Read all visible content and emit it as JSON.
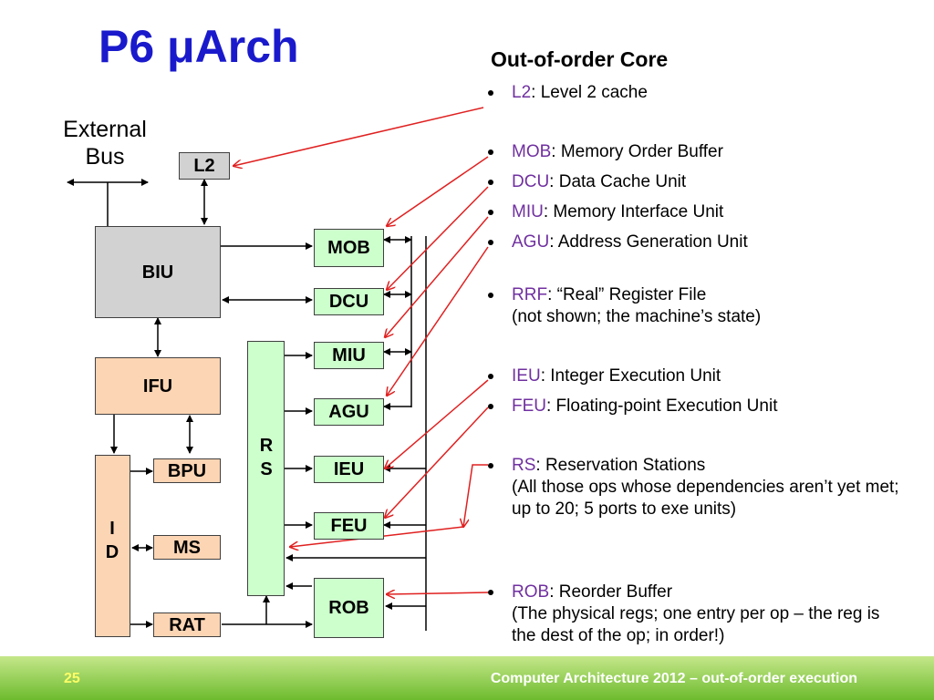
{
  "slide": {
    "title": "P6 μArch",
    "page_number": "25",
    "footer_text": "Computer Architecture 2012 – out-of-order execution"
  },
  "diagram": {
    "external_bus": [
      "External",
      "Bus"
    ],
    "l2": "L2",
    "biu": "BIU",
    "ifu": "IFU",
    "bpu": "BPU",
    "ms": "MS",
    "rat": "RAT",
    "id": [
      "I",
      "D"
    ],
    "rs": [
      "R",
      "S"
    ],
    "mob": "MOB",
    "dcu": "DCU",
    "miu": "MIU",
    "agu": "AGU",
    "ieu": "IEU",
    "feu": "FEU",
    "rob": "ROB"
  },
  "core": {
    "title": "Out-of-order Core",
    "items": [
      {
        "abbr": "L2",
        "desc": ": Level 2 cache",
        "extra": ""
      },
      {
        "abbr": "MOB",
        "desc": ": Memory Order Buffer",
        "extra": ""
      },
      {
        "abbr": "DCU",
        "desc": ": Data Cache Unit",
        "extra": ""
      },
      {
        "abbr": "MIU",
        "desc": ": Memory Interface Unit",
        "extra": ""
      },
      {
        "abbr": "AGU",
        "desc": ": Address Generation Unit",
        "extra": ""
      },
      {
        "abbr": "RRF",
        "desc": ": “Real” Register File",
        "extra": "(not shown; the machine’s state)"
      },
      {
        "abbr": "IEU",
        "desc": ": Integer Execution Unit",
        "extra": ""
      },
      {
        "abbr": "FEU",
        "desc": ": Floating-point Execution Unit",
        "extra": ""
      },
      {
        "abbr": "RS",
        "desc": ": Reservation Stations",
        "extra": "(All those ops whose dependencies aren’t yet met; up to 20; 5 ports to exe units)"
      },
      {
        "abbr": "ROB",
        "desc": ": Reorder Buffer",
        "extra": "(The physical regs; one entry per op – the reg is the dest of the op; in order!)"
      }
    ]
  },
  "colors": {
    "title": "#1a1acc",
    "abbr": "#7030a0",
    "pointer": "#e02020",
    "footer_page": "#ffff66"
  }
}
